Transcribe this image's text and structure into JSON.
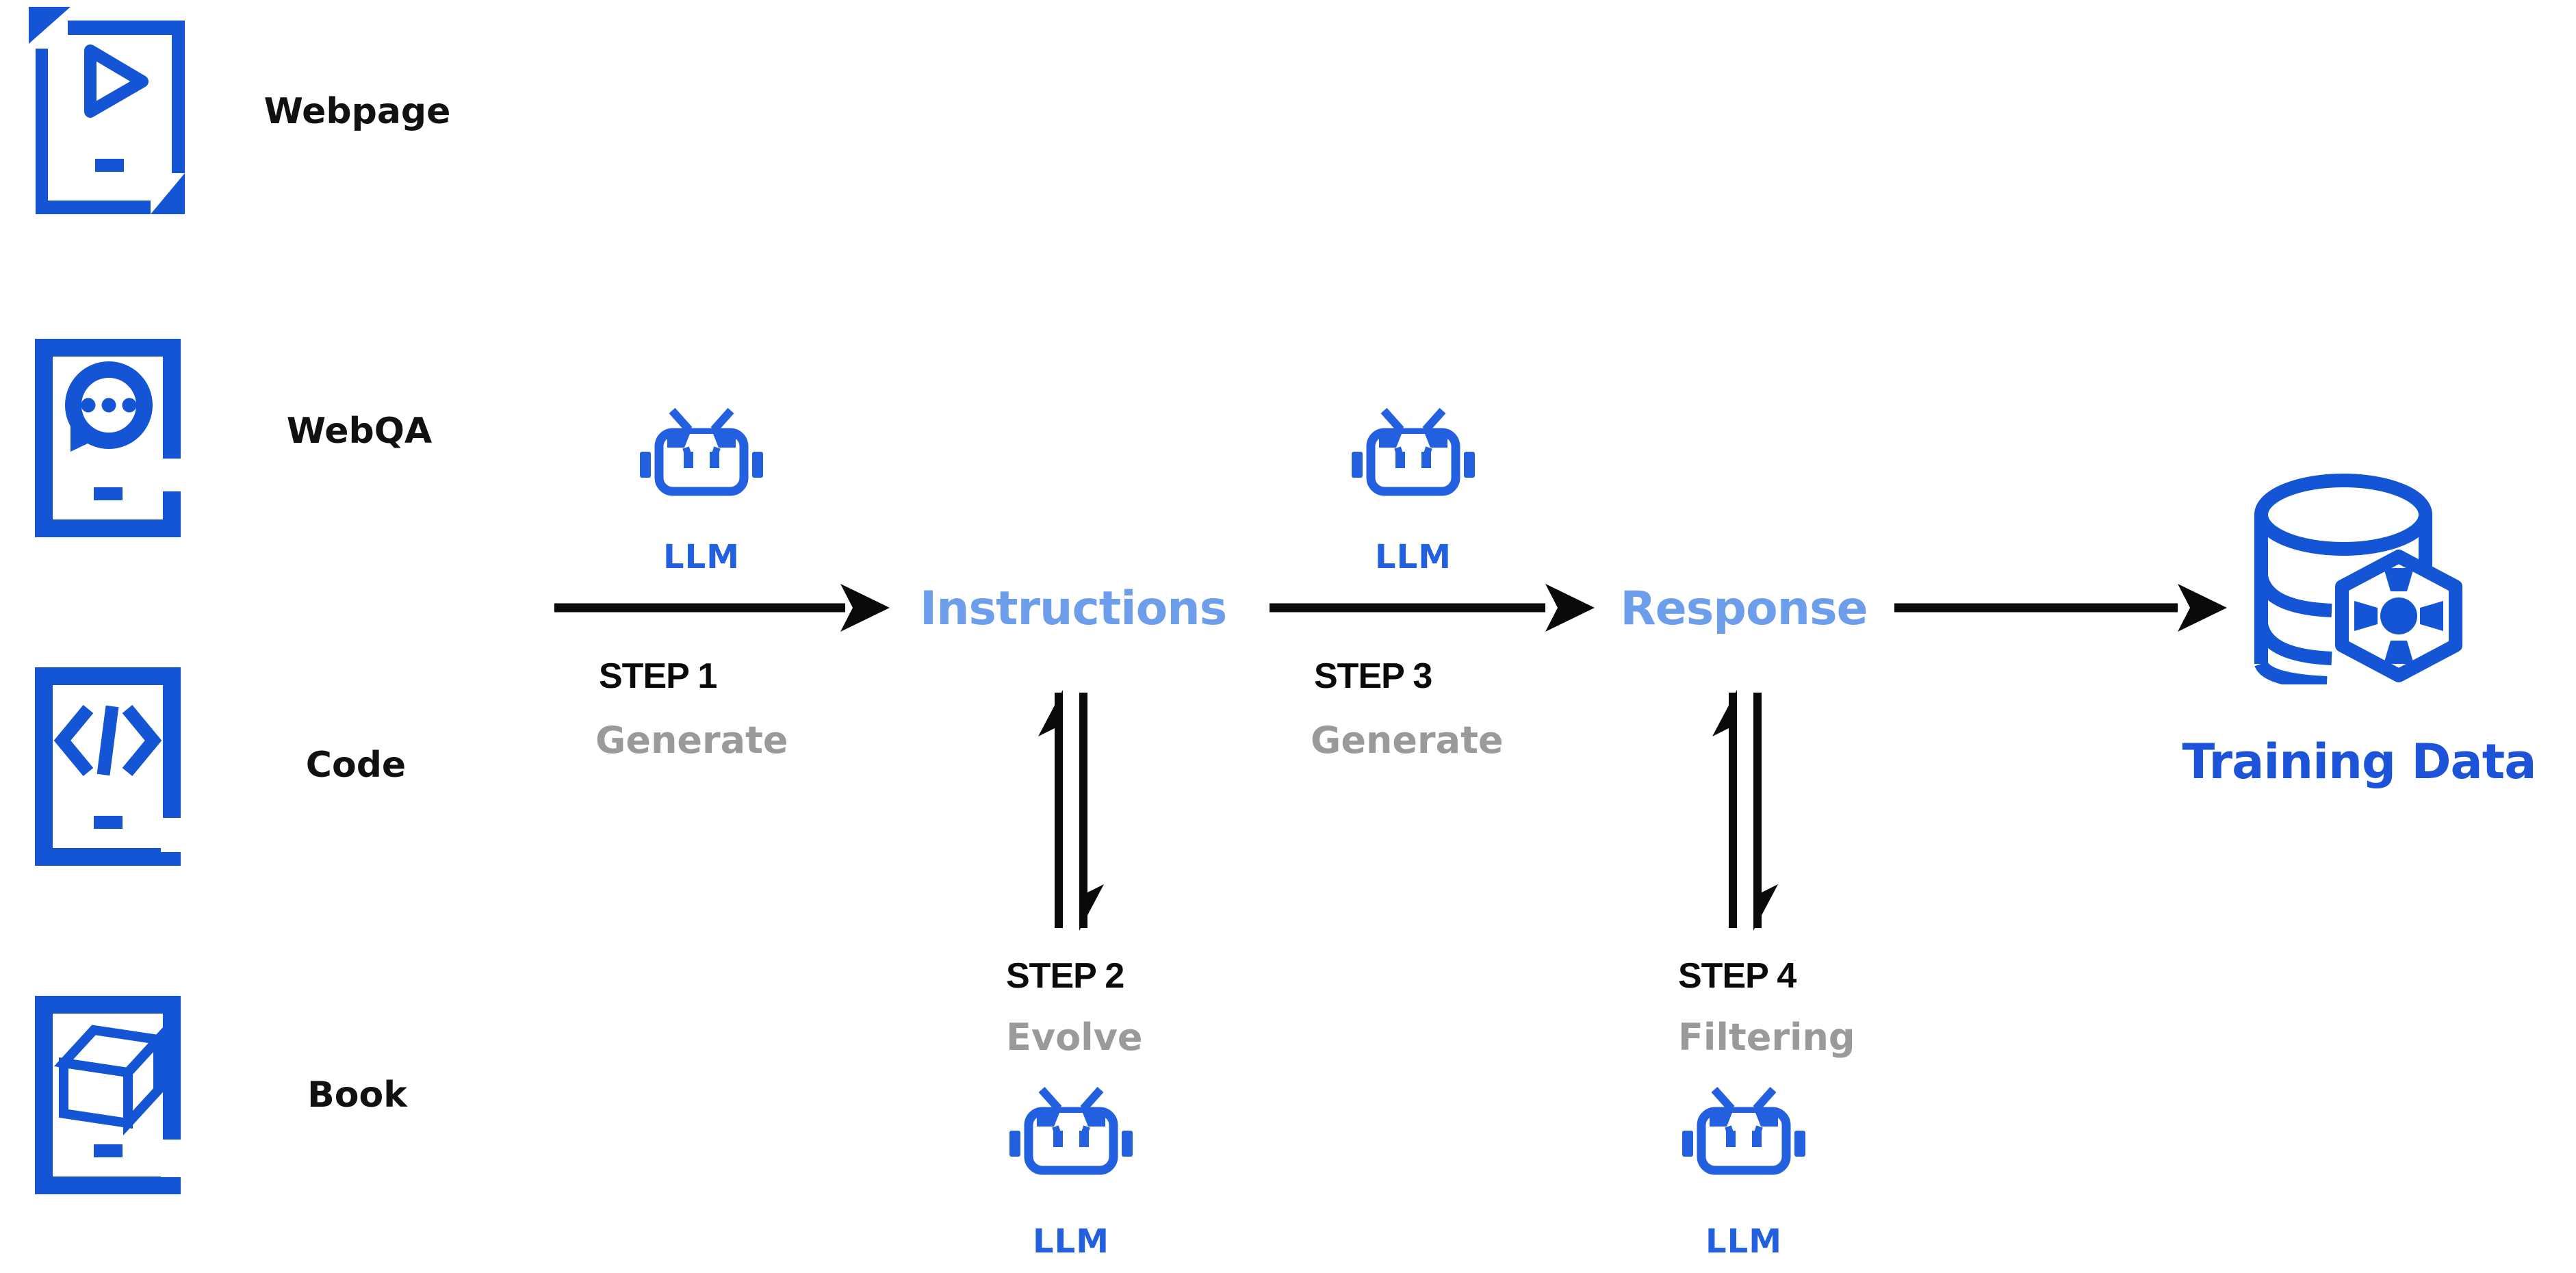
{
  "diagram": {
    "sources": [
      {
        "label": "Webpage"
      },
      {
        "label": "WebQA"
      },
      {
        "label": "Code"
      },
      {
        "label": "Book"
      }
    ],
    "nodes": {
      "instructions": "Instructions",
      "response": "Response",
      "training_data": "Training Data"
    },
    "llm_label": "LLM",
    "steps": [
      {
        "name": "STEP 1",
        "action": "Generate"
      },
      {
        "name": "STEP 2",
        "action": "Evolve"
      },
      {
        "name": "STEP 3",
        "action": "Generate"
      },
      {
        "name": "STEP 4",
        "action": "Filtering"
      }
    ],
    "colors": {
      "primary_blue": "#1355d4",
      "robot_blue": "#2360e0",
      "node_light_blue": "#6d9eeb",
      "training_data_blue": "#1d53d8",
      "action_gray": "#9a9a9a",
      "arrow_black": "#0a0a0a"
    }
  }
}
